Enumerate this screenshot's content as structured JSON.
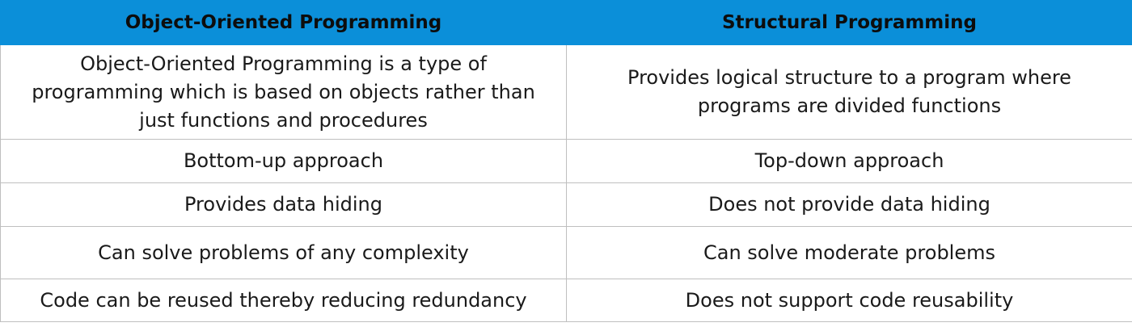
{
  "table": {
    "headers": [
      "Object-Oriented Programming",
      "Structural Programming"
    ],
    "rows": [
      [
        "Object-Oriented Programming is a type of programming which is based on objects rather than just functions and procedures",
        "Provides logical structure to a program where programs are divided functions"
      ],
      [
        "Bottom-up approach",
        "Top-down approach"
      ],
      [
        "Provides data hiding",
        "Does not provide data hiding"
      ],
      [
        "Can solve problems of any complexity",
        "Can solve moderate problems"
      ],
      [
        "Code can be reused thereby reducing redundancy",
        "Does not support code reusability"
      ]
    ]
  },
  "colors": {
    "header_background": "#0b8fd9",
    "border": "#bfbfbf",
    "text": "#1a1a1a"
  }
}
